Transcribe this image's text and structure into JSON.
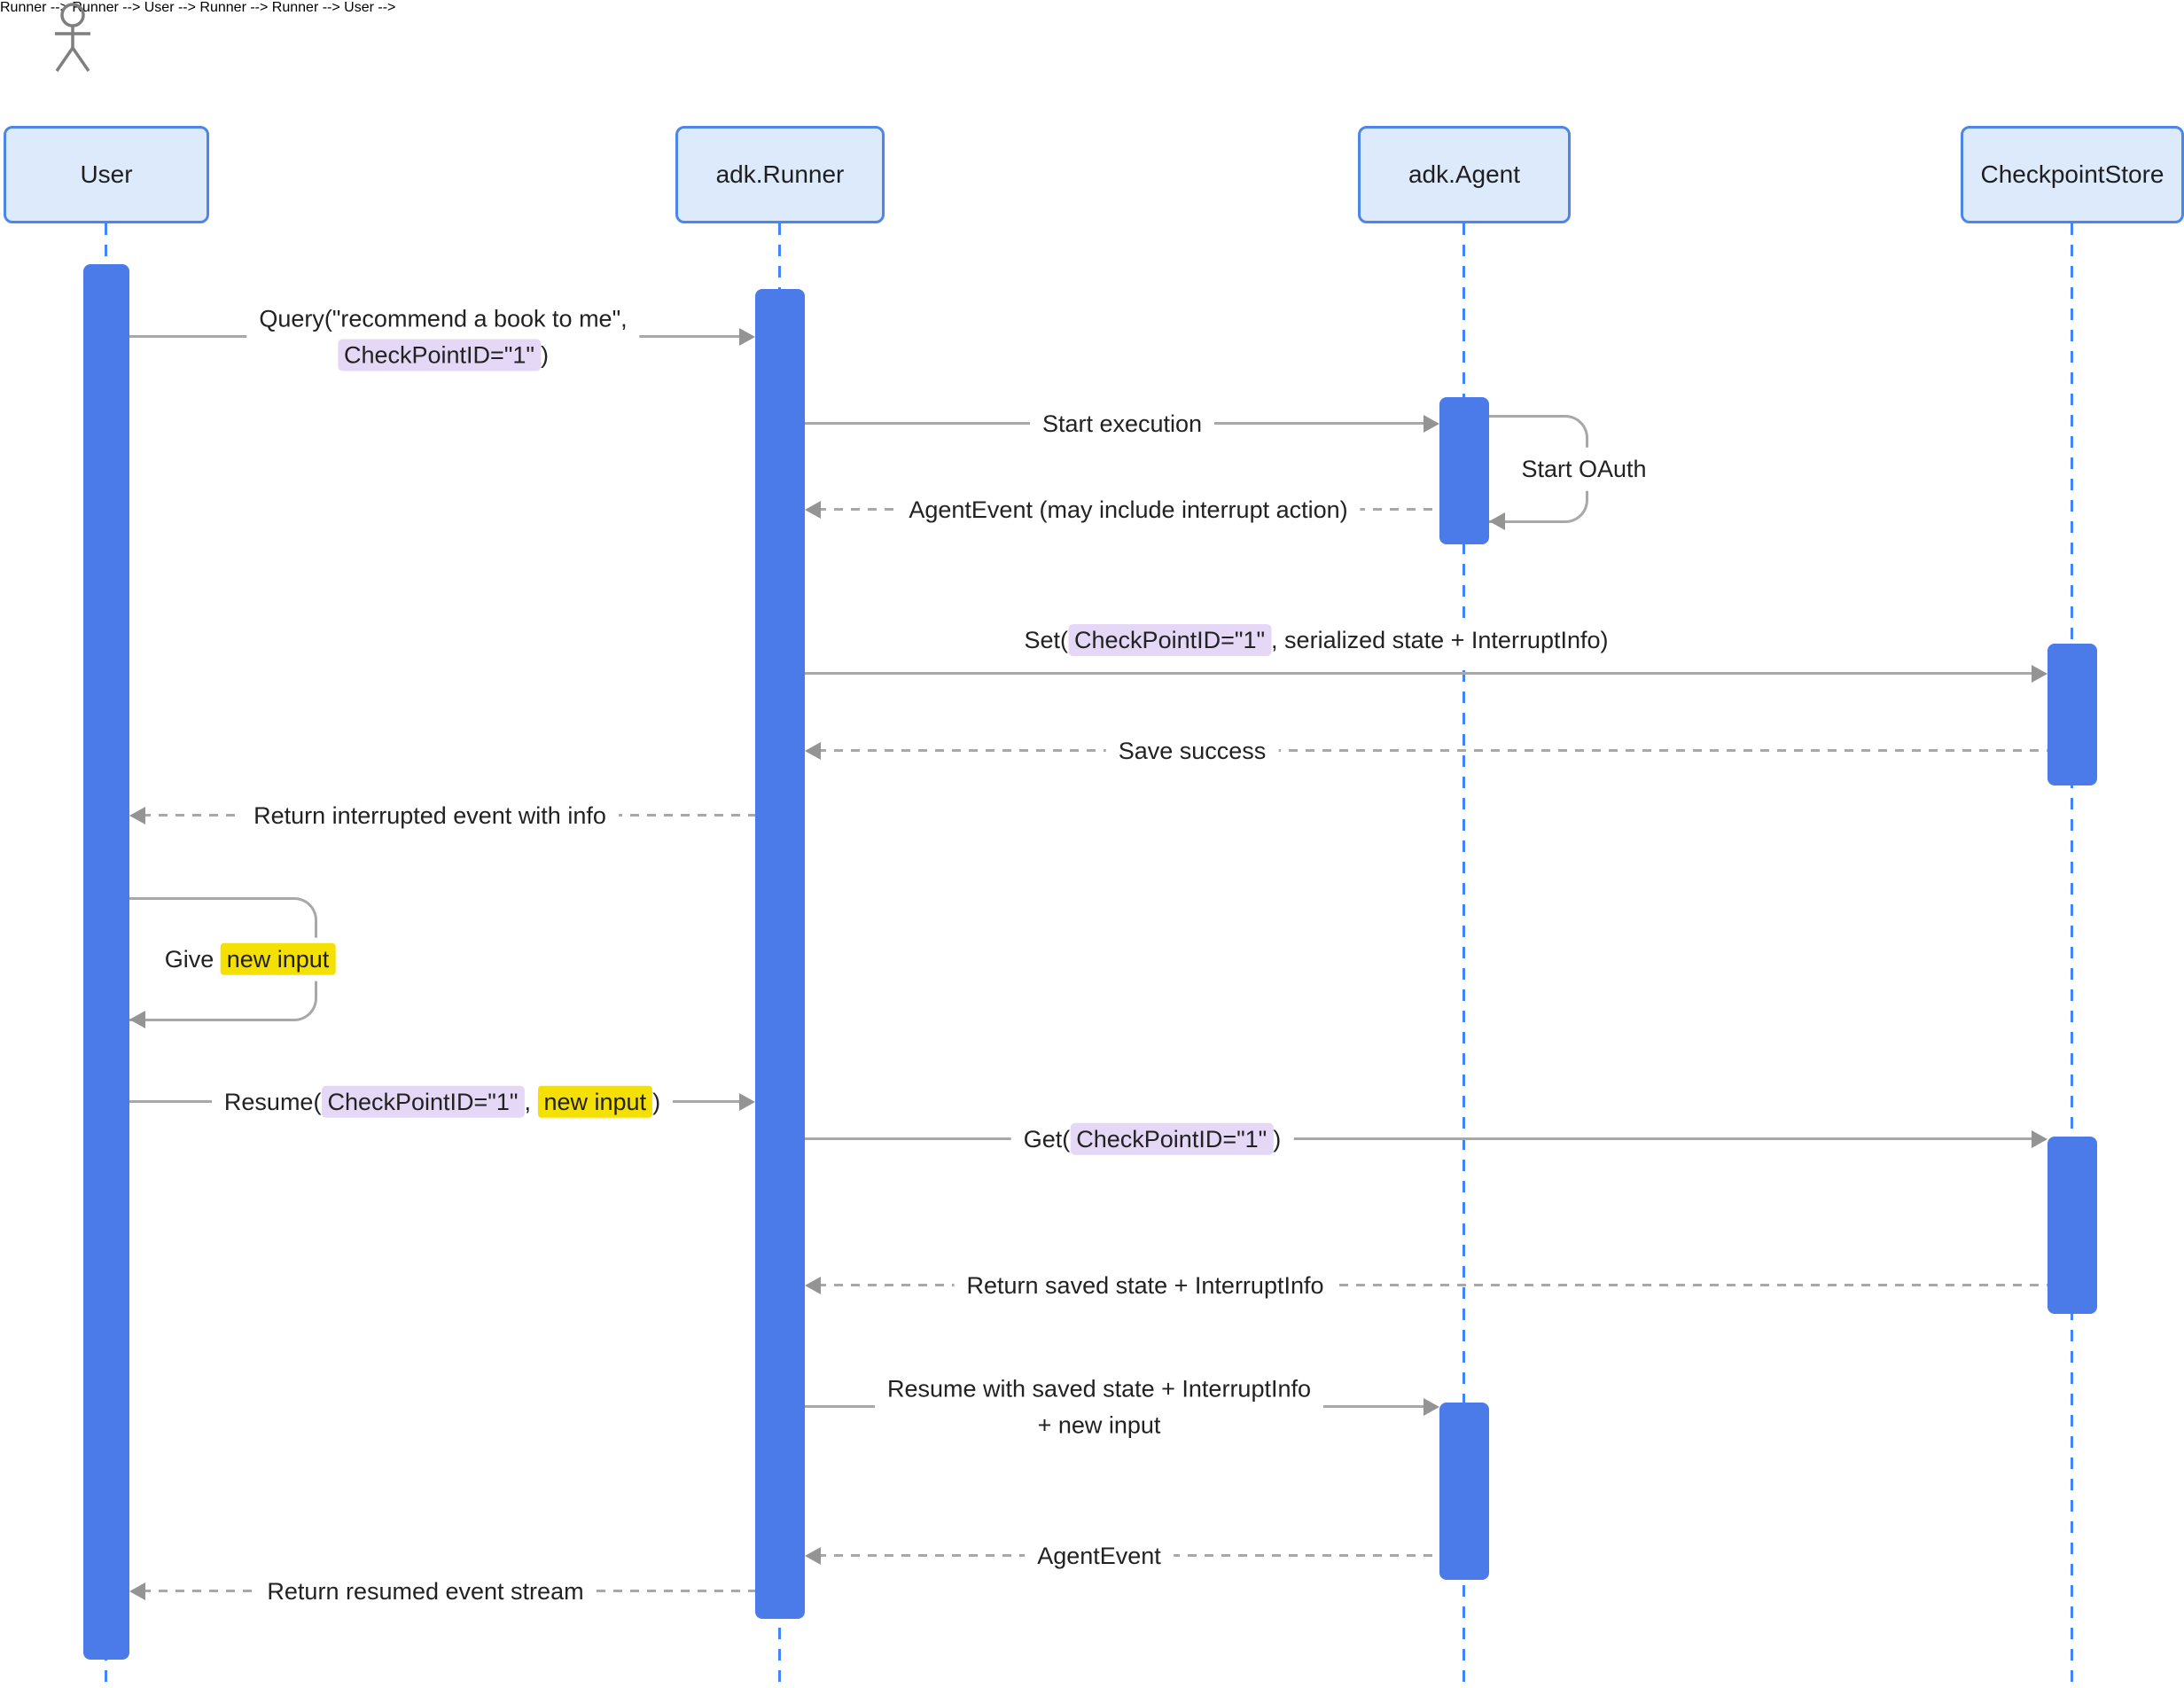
{
  "colors": {
    "lifeline_blue": "#4285F4",
    "activation_fill": "#4A7BE8",
    "participant_fill": "#DCEAFC",
    "participant_border": "#4C86E8",
    "arrow_gray": "#A8A8A8",
    "highlight_lavender": "#E5D8F6",
    "highlight_yellow": "#F5E003"
  },
  "icons": {
    "actor": "stick-figure-person"
  },
  "participants": [
    {
      "id": "user",
      "label": "User"
    },
    {
      "id": "runner",
      "label": "adk.Runner"
    },
    {
      "id": "agent",
      "label": "adk.Agent"
    },
    {
      "id": "store",
      "label": "CheckpointStore"
    }
  ],
  "messages": {
    "query": {
      "line1": "Query(\"recommend a book to me\",",
      "line2_hl": "CheckPointID=\"1\"",
      "line2_suffix": ")"
    },
    "start_execution": {
      "text": "Start execution"
    },
    "start_oauth": {
      "text": "Start OAuth"
    },
    "agent_event_interrupt": {
      "text": "AgentEvent (may include interrupt action)"
    },
    "set_checkpoint": {
      "prefix": "Set(",
      "hl": "CheckPointID=\"1\"",
      "suffix": ", serialized state + InterruptInfo)"
    },
    "save_success": {
      "text": "Save success"
    },
    "return_interrupted": {
      "text": "Return interrupted event with info"
    },
    "give_new_input": {
      "prefix": "Give ",
      "hl": "new input"
    },
    "resume": {
      "prefix": "Resume(",
      "hl_checkpoint": "CheckPointID=\"1\"",
      "mid": ", ",
      "hl_input": "new input",
      "suffix": ")"
    },
    "get_checkpoint": {
      "prefix": "Get(",
      "hl": "CheckPointID=\"1\"",
      "suffix": ")"
    },
    "return_saved": {
      "text": "Return saved state + InterruptInfo"
    },
    "resume_with_state": {
      "line1": "Resume with saved state + InterruptInfo",
      "line2": "+ new input"
    },
    "agent_event": {
      "text": "AgentEvent"
    },
    "return_resumed": {
      "text": "Return resumed event stream"
    }
  }
}
